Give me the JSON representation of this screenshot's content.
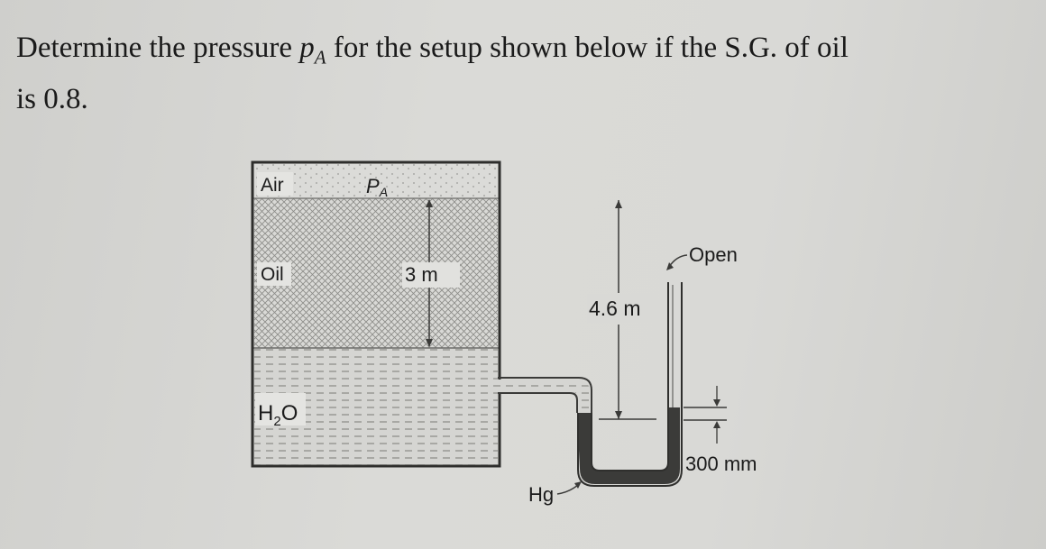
{
  "problem": {
    "line1_before": "Determine the pressure ",
    "pa_symbol": "p",
    "pa_subscript": "A",
    "line1_after": " for the setup shown below if the S.G. of oil",
    "line2": "is 0.8."
  },
  "diagram": {
    "air_label": "Air",
    "pa_label": "P",
    "pa_label_sub": "A",
    "oil_label": "Oil",
    "water_label": "H",
    "water_label_sub": "2",
    "water_label_end": "O",
    "oil_depth_label": "3 m",
    "height_label": "4.6 m",
    "open_label": "Open",
    "mercury_label": "Hg",
    "mercury_level_label": "300 mm"
  }
}
